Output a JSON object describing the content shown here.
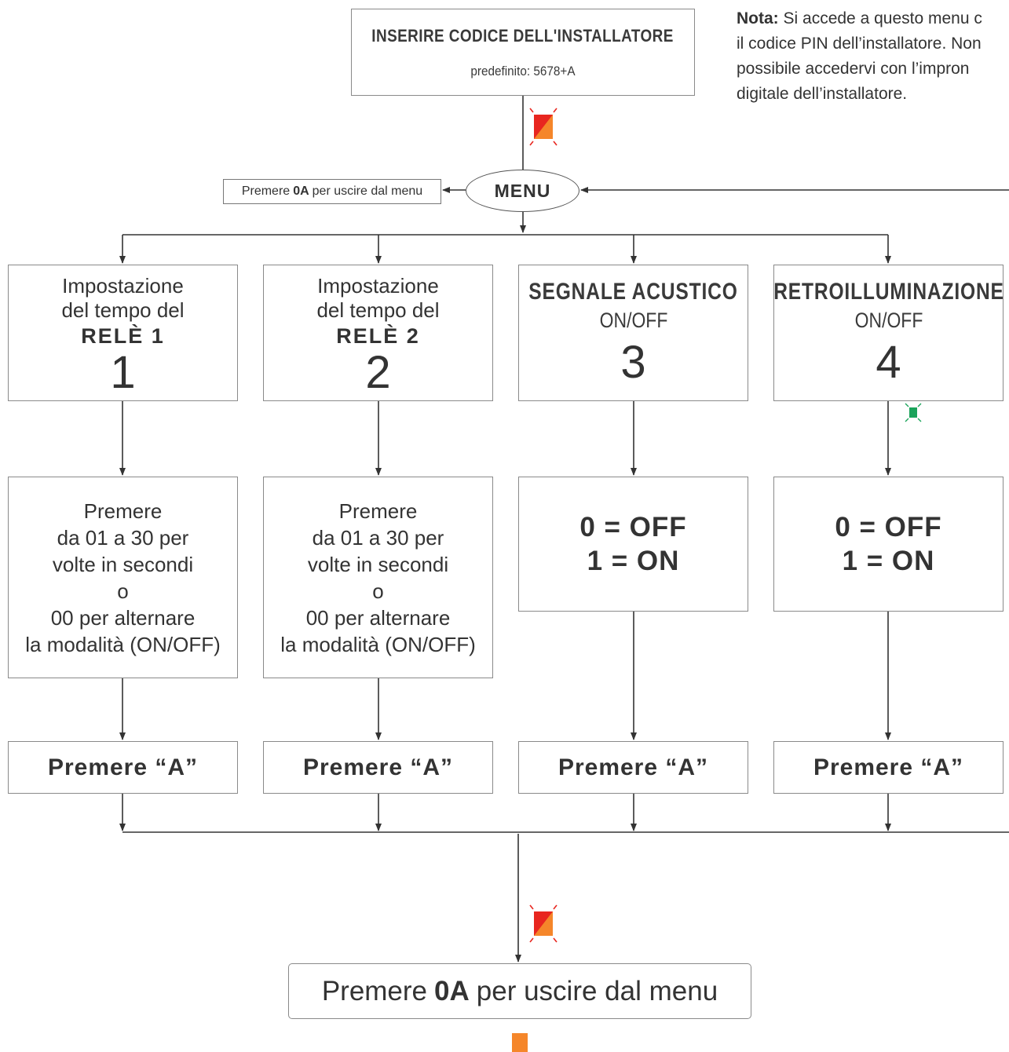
{
  "installer": {
    "title": "INSERIRE CODICE DELL'INSTALLATORE",
    "default_label": "predefinito: 5678+A"
  },
  "note": {
    "label": "Nota:",
    "lines": [
      "Si accede a questo menu c",
      "il codice PIN dell’installatore. Non",
      "possibile accedervi con l’impron",
      "digitale dell’installatore."
    ]
  },
  "menu": {
    "label": "MENU"
  },
  "exit_small": {
    "before": "Premere",
    "code": "0A",
    "after": "per uscire dal menu"
  },
  "options": [
    {
      "line1": "Impostazione",
      "line2": "del tempo del",
      "line3": "RELÈ 1",
      "number": "1"
    },
    {
      "line1": "Impostazione",
      "line2": "del tempo del",
      "line3": "RELÈ 2",
      "number": "2"
    },
    {
      "title": "SEGNALE ACUSTICO",
      "sub": "ON/OFF",
      "number": "3"
    },
    {
      "title": "RETROILLUMINAZIONE",
      "sub": "ON/OFF",
      "number": "4"
    }
  ],
  "instructions": {
    "relay": [
      "Premere",
      "da 01 a 30 per",
      "volte in secondi",
      "o",
      "00 per alternare",
      "la modalità (ON/OFF)"
    ],
    "toggle": [
      "0 = OFF",
      "1 = ON"
    ]
  },
  "press_a": "Premere “A”",
  "exit_big": {
    "before": "Premere",
    "code": "0A",
    "after": "per uscire dal menu"
  },
  "colors": {
    "led_red": "#e8261f",
    "led_orange": "#f5862a",
    "led_green": "#1aa35a",
    "line": "#333333",
    "border": "#8a8a8a"
  },
  "indicators": [
    "led-red-orange-blinking-icon",
    "led-green-blinking-icon",
    "led-red-orange-blinking-icon",
    "led-orange-icon"
  ]
}
